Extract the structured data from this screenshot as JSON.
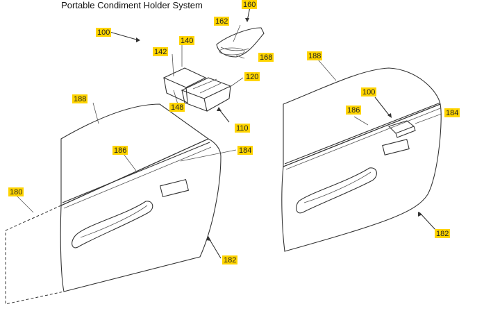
{
  "title": "Portable Condiment Holder System",
  "labels": {
    "r160": "160",
    "r100a": "100",
    "r162": "162",
    "r140": "140",
    "r142": "142",
    "r168": "168",
    "r120": "120",
    "r188a": "188",
    "r188b": "188",
    "r148": "148",
    "r110": "110",
    "r100b": "100",
    "r186a": "186",
    "r186b": "186",
    "r184a": "184",
    "r184b": "184",
    "r180": "180",
    "r182a": "182",
    "r182b": "182"
  },
  "colors": {
    "label_highlight": "#ffd400",
    "line": "#333333"
  }
}
